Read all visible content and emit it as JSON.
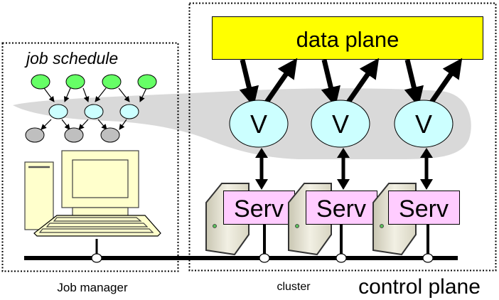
{
  "diagram": {
    "job_manager": {
      "section_label": "job schedule",
      "caption": "Job manager",
      "dag": {
        "sources": [
          "s1",
          "s2",
          "s3",
          "s4"
        ],
        "middle": [
          "m1",
          "m2",
          "m3"
        ],
        "sinks": [
          "k1",
          "k2",
          "k3"
        ],
        "edges": [
          [
            "s1",
            "m1"
          ],
          [
            "s2",
            "m1"
          ],
          [
            "s2",
            "m2"
          ],
          [
            "s3",
            "m2"
          ],
          [
            "s3",
            "m3"
          ],
          [
            "s4",
            "m3"
          ],
          [
            "m1",
            "k1"
          ],
          [
            "m1",
            "k2"
          ],
          [
            "m2",
            "k2"
          ],
          [
            "m2",
            "k3"
          ],
          [
            "m3",
            "k3"
          ]
        ]
      }
    },
    "cluster": {
      "caption": "cluster",
      "data_plane_label": "data plane",
      "control_plane_label": "control plane",
      "vertex_label": "V",
      "server_label": "Serv",
      "node_count": 3
    },
    "colors": {
      "data_plane": "#ffff00",
      "vertex": "#ccffff",
      "server_box": "#ffccff",
      "source_node": "#66ff66",
      "sink_node": "#bfbfbf",
      "blob": "#d9d9d9",
      "computer": "#ffffcc"
    }
  }
}
